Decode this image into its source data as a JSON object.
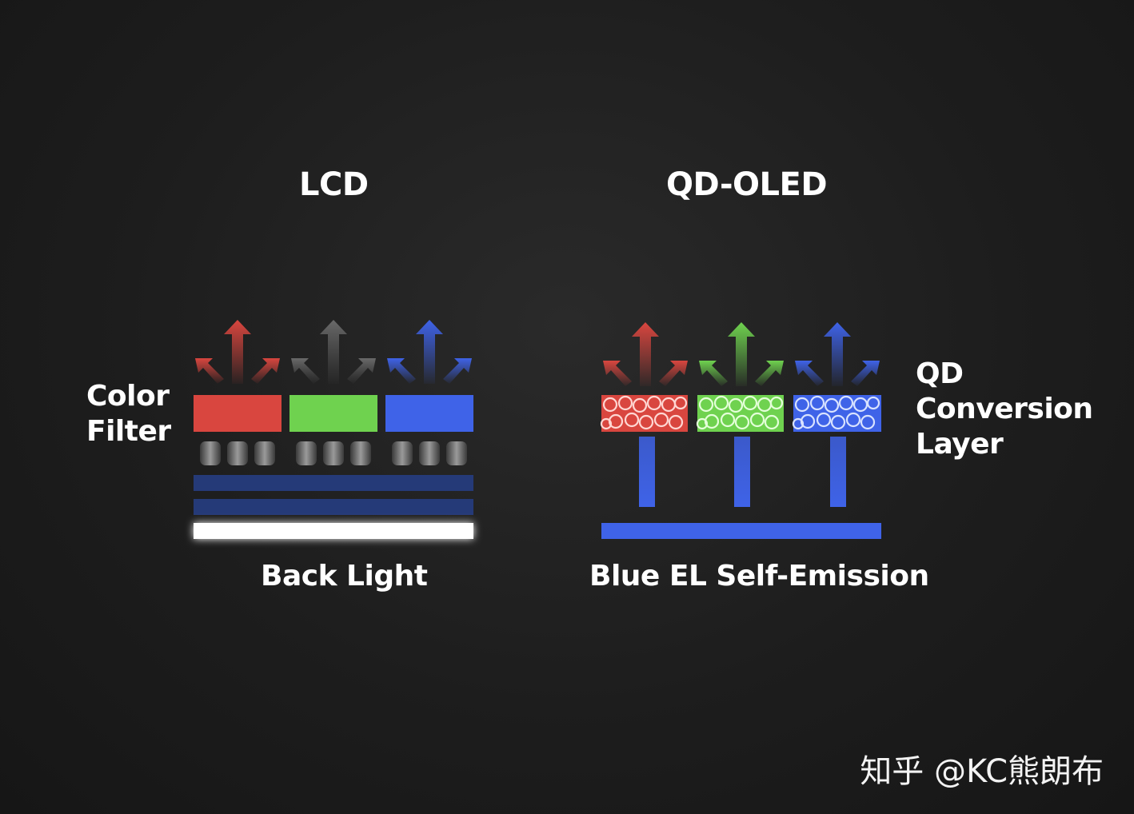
{
  "lcd": {
    "title": "LCD",
    "side_label_lines": [
      "Color",
      "Filter"
    ],
    "bottom_label": "Back Light"
  },
  "qdoled": {
    "title": "QD-OLED",
    "side_label_lines": [
      "QD",
      "Conversion",
      "Layer"
    ],
    "bottom_label": "Blue EL Self-Emission"
  },
  "watermark": "知乎 @KC熊朗布",
  "colors": {
    "background": "#1e1e1e",
    "red": "#d9463f",
    "green": "#6fd24f",
    "blue": "#3f63e8",
    "gray": "#5a5a5a",
    "backlight": "#ffffff",
    "dark_blue_layer": "#253a78"
  }
}
